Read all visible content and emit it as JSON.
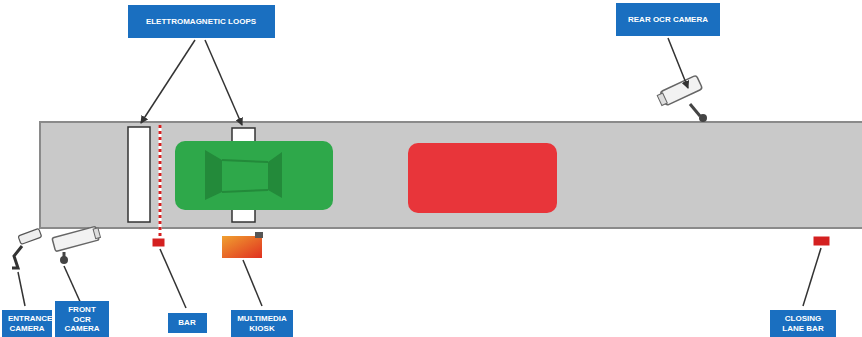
{
  "diagram": {
    "nodes": [
      {
        "text": [
          "ELETTROMAGNETIC LOOPS"
        ]
      },
      {
        "text": [
          "REAR OCR CAMERA"
        ]
      },
      {
        "text": [
          "ENTRANCE CAMERA"
        ]
      },
      {
        "text": [
          "FRONT OCR CAMERA"
        ]
      },
      {
        "text": [
          "BAR"
        ]
      },
      {
        "text": [
          "MULTIMEDIA KIOSK"
        ]
      },
      {
        "text": [
          "CLOSING LANE BAR"
        ]
      }
    ]
  }
}
